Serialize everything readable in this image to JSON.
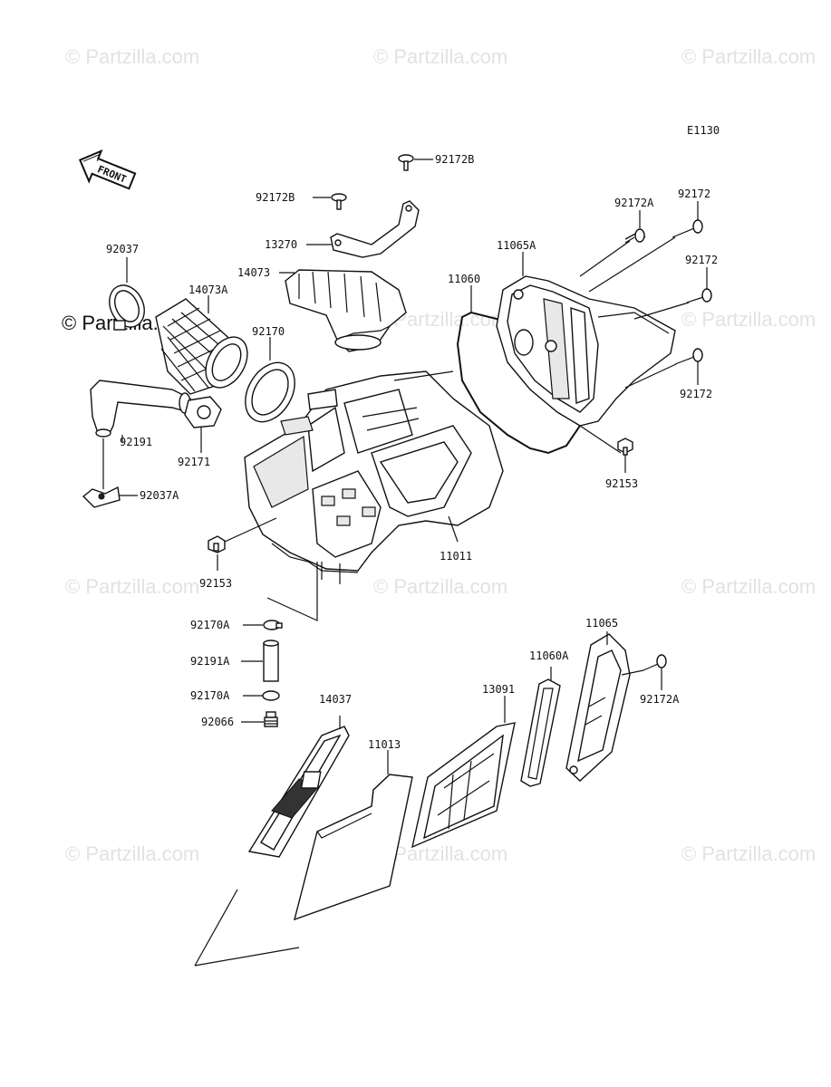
{
  "diagram": {
    "code": "E1130",
    "front_label": "FRONT",
    "watermark_text": "© Partzilla.com",
    "watermark_overlay": "© Partzilla.com",
    "labels": {
      "p92172B_top": "92172B",
      "p92172B_left": "92172B",
      "p13270": "13270",
      "p14073": "14073",
      "p92037": "92037",
      "p14073A": "14073A",
      "p92170": "92170",
      "p92191": "92191",
      "p92171": "92171",
      "p92037A": "92037A",
      "p92153_left": "92153",
      "p11011": "11011",
      "p11060": "11060",
      "p11065A": "11065A",
      "p92172A_top": "92172A",
      "p92172_a": "92172",
      "p92172_b": "92172",
      "p92172_c": "92172",
      "p92153_right": "92153",
      "p92170A_a": "92170A",
      "p92191A": "92191A",
      "p92170A_b": "92170A",
      "p92066": "92066",
      "p14037": "14037",
      "p11013": "11013",
      "p13091": "13091",
      "p11060A": "11060A",
      "p11065": "11065",
      "p92172A_bottom": "92172A"
    }
  }
}
